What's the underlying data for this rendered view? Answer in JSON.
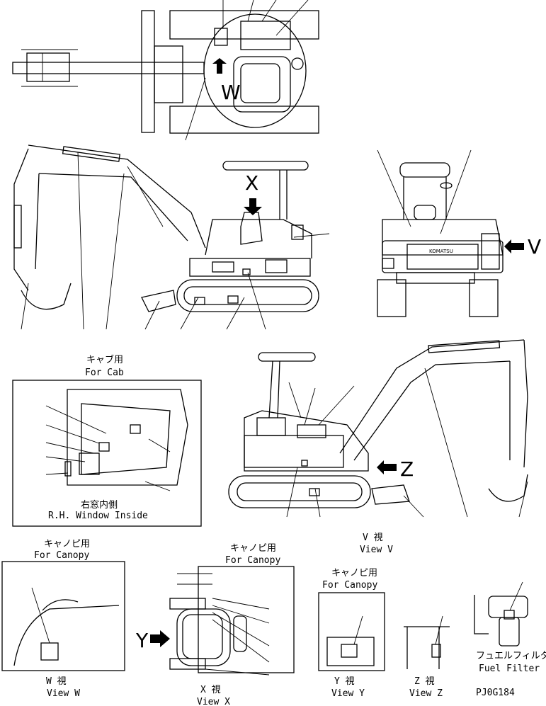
{
  "labels": {
    "for_cab_jp": "キャブ用",
    "for_cab": "For Cab",
    "rh_window_jp": "右窓内側",
    "rh_window": "R.H. Window Inside",
    "for_canopy_jp": "キャノピ用",
    "for_canopy": "For Canopy",
    "view_w_jp": "W 視",
    "view_w": "View W",
    "view_x_jp": "X 視",
    "view_x": "View X",
    "view_y_jp": "Y 視",
    "view_y": "View Y",
    "view_z_jp": "Z 視",
    "view_z": "View Z",
    "view_v_jp": "V 視",
    "view_v": "View V",
    "fuel_filter_jp": "フュエルフィルタ",
    "fuel_filter": "Fuel Filter",
    "part_code": "PJ0G184"
  },
  "view_letters": {
    "w": "W",
    "x": "X",
    "v": "V",
    "z": "Z",
    "y": "Y"
  },
  "brand": "KOMATSU"
}
